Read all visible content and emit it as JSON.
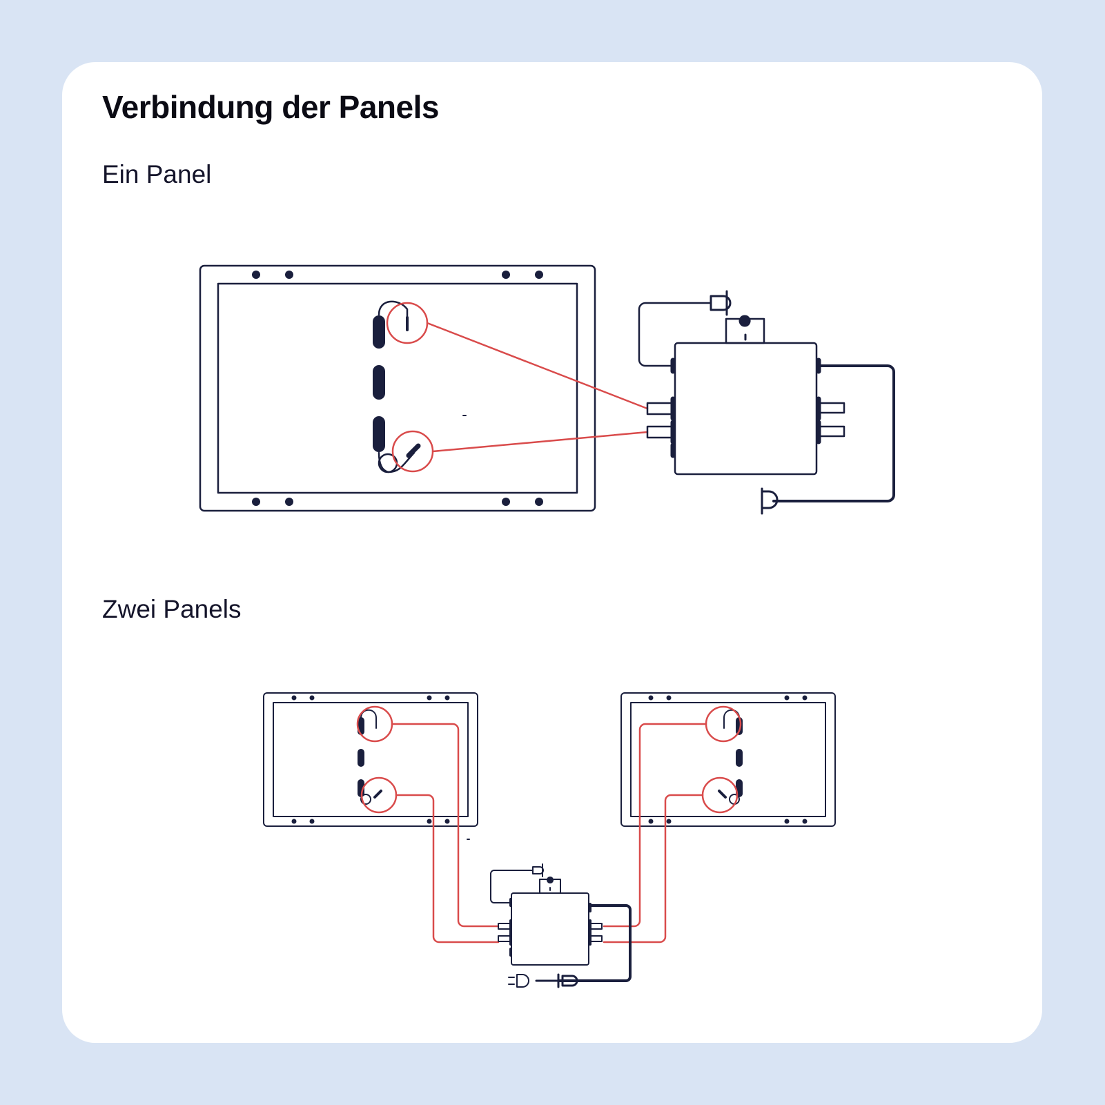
{
  "title": "Verbindung der Panels",
  "sections": [
    {
      "heading": "Ein Panel"
    },
    {
      "heading": "Zwei Panels"
    }
  ],
  "colors": {
    "background": "#d9e4f4",
    "card": "#ffffff",
    "ink": "#1a1f3d",
    "highlight": "#d94b4b"
  },
  "icons": [
    "solar-panel-icon",
    "microinverter-icon",
    "connector-icon",
    "plug-icon",
    "mount-keyhole-icon"
  ]
}
